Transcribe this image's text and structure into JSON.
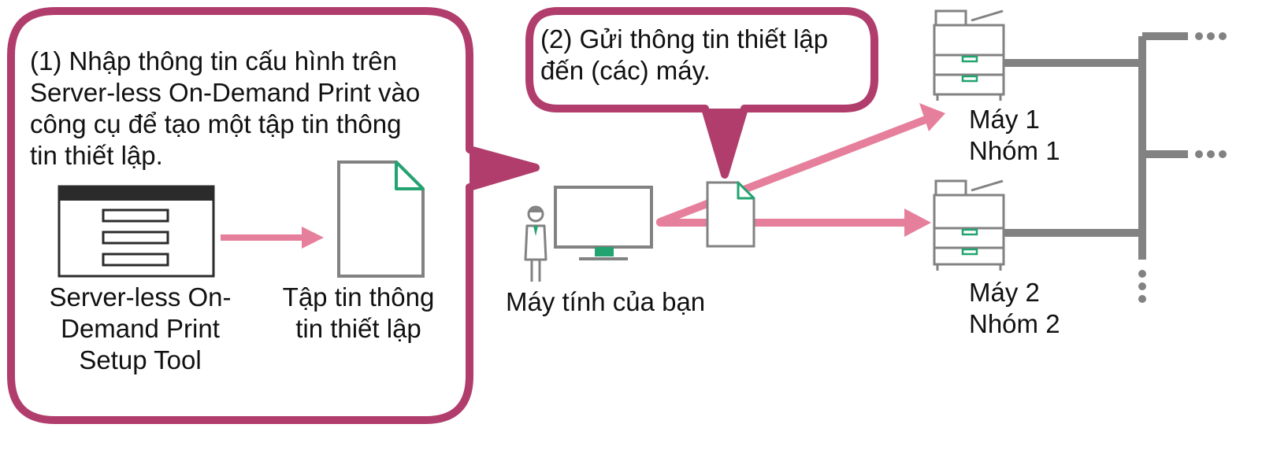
{
  "colors": {
    "callout_border": "#b03d6c",
    "arrow_pink": "#e67f9b",
    "device_gray": "#828282",
    "accent_green": "#22a36f",
    "window_titlebar": "#2b2b2b"
  },
  "step1": {
    "line1": "(1) Nhập thông tin cấu hình trên",
    "line2": "Server-less On-Demand Print vào",
    "line3": "công cụ để tạo một tập tin thông",
    "line4": "tin thiết lập."
  },
  "step2": {
    "line1": "(2) Gửi thông tin thiết lập",
    "line2": "đến (các) máy."
  },
  "setup_tool": {
    "icon": "application-window-icon",
    "label_line1": "Server-less On-",
    "label_line2": "Demand Print",
    "label_line3": "Setup Tool"
  },
  "settings_file": {
    "icon": "document-icon",
    "label_line1": "Tập tin thông",
    "label_line2": "tin thiết lập"
  },
  "computer": {
    "icon": "desktop-monitor-icon",
    "label": "Máy tính của bạn"
  },
  "machine1": {
    "icon": "multifunction-printer-icon",
    "label_line1": "Máy 1",
    "label_line2": "Nhóm 1"
  },
  "machine2": {
    "icon": "multifunction-printer-icon",
    "label_line1": "Máy 2",
    "label_line2": "Nhóm 2"
  }
}
